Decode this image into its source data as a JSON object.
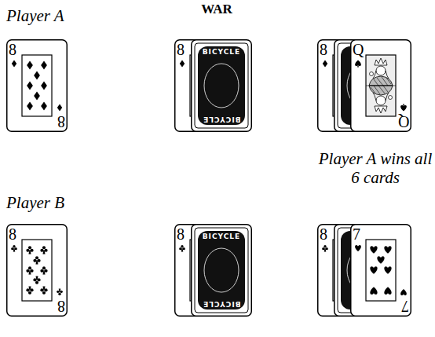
{
  "diagram": {
    "title": "WAR",
    "nodes": [
      {
        "text": [
          "8",
          "8"
        ]
      },
      {
        "text": [
          "8"
        ]
      },
      {
        "text": [
          "BICYCLE",
          "BICYCLE"
        ]
      },
      {
        "text": [
          "8"
        ]
      },
      {
        "text": [
          "Q",
          "Q"
        ]
      },
      {
        "text": [
          "8",
          "8"
        ]
      },
      {
        "text": [
          "8"
        ]
      },
      {
        "text": [
          "BICYCLE",
          "BICYCLE"
        ]
      },
      {
        "text": [
          "8"
        ]
      },
      {
        "text": [
          "7",
          "7"
        ]
      }
    ],
    "labels": [
      "Player A",
      "Player A wins all 6 cards",
      "Player B"
    ]
  }
}
